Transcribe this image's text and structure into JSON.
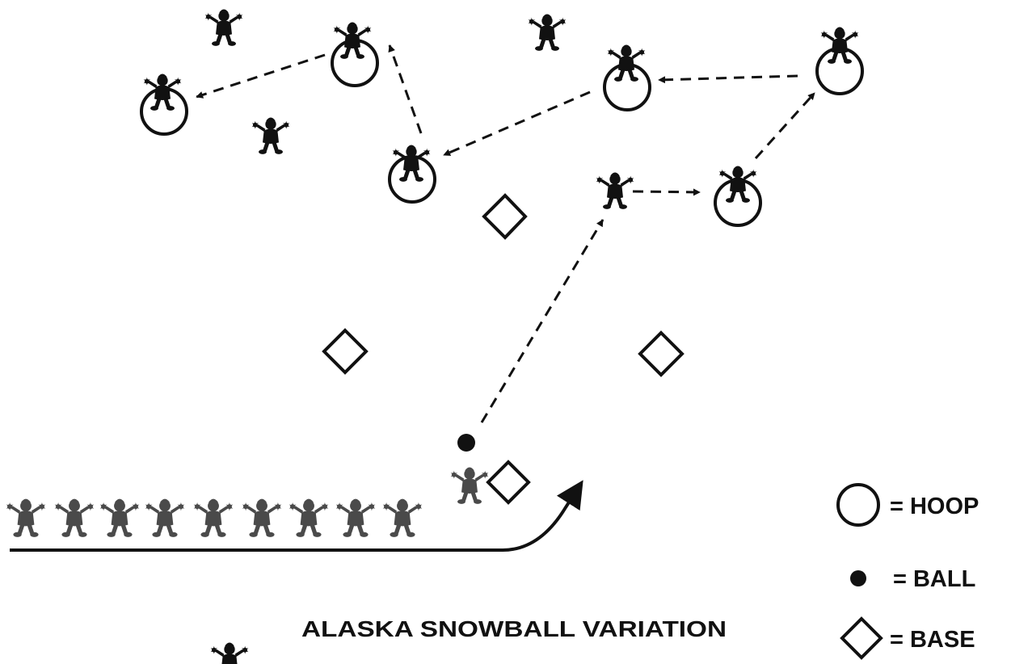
{
  "title": "ALASKA SNOWBALL VARIATION",
  "legend": {
    "hoop": "= HOOP",
    "ball": "= BALL",
    "base": "= BASE"
  },
  "colors": {
    "ink": "#111111",
    "waiting_team": "#4a4a4a",
    "background": "#ffffff"
  },
  "icons": {
    "fielder": "person-silhouette-icon",
    "batter": "person-silhouette-icon",
    "hoop": "hoop-circle-icon",
    "ball": "ball-dot-icon",
    "base": "base-diamond-icon"
  }
}
